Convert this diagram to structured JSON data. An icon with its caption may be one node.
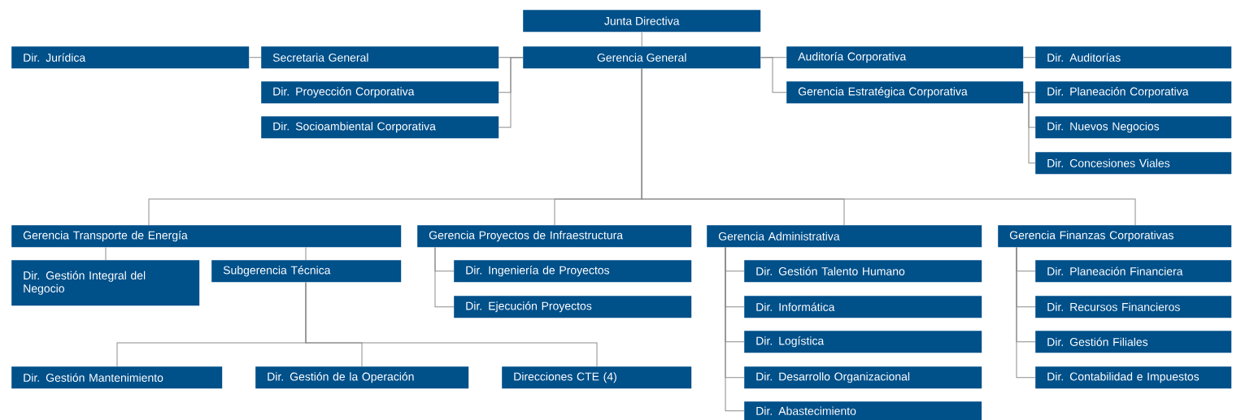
{
  "diagram": {
    "nodes": [
      {
        "text": [
          "Junta Directiva"
        ]
      },
      {
        "text": [
          "Dir. Jurídica"
        ]
      },
      {
        "text": [
          "Secretaria General"
        ]
      },
      {
        "text": [
          "Gerencia General"
        ]
      },
      {
        "text": [
          "Dir. Proyección Corporativa"
        ]
      },
      {
        "text": [
          "Dir. Socioambiental Corporativa"
        ]
      },
      {
        "text": [
          "Auditoría Corporativa"
        ]
      },
      {
        "text": [
          "Dir. Auditorías"
        ]
      },
      {
        "text": [
          "Gerencia Estratégica Corporativa"
        ]
      },
      {
        "text": [
          "Dir. Planeación Corporativa"
        ]
      },
      {
        "text": [
          "Dir. Nuevos Negocios"
        ]
      },
      {
        "text": [
          "Dir. Concesiones Viales"
        ]
      },
      {
        "text": [
          "Gerencia Transporte de Energía"
        ]
      },
      {
        "text": [
          "Dir. Gestión Integral del Negocio"
        ]
      },
      {
        "text": [
          "Subgerencia Técnica"
        ]
      },
      {
        "text": [
          "Dir. Gestión Mantenimiento"
        ]
      },
      {
        "text": [
          "Dir. Gestión de la Operación"
        ]
      },
      {
        "text": [
          "Direcciones CTE (4)"
        ]
      },
      {
        "text": [
          "Gerencia Proyectos de Infraestructura"
        ]
      },
      {
        "text": [
          "Dir. Ingeniería de Proyectos"
        ]
      },
      {
        "text": [
          "Dir. Ejecución Proyectos"
        ]
      },
      {
        "text": [
          "Gerencia Administrativa"
        ]
      },
      {
        "text": [
          "Dir. Gestión Talento Humano"
        ]
      },
      {
        "text": [
          "Dir. Informática"
        ]
      },
      {
        "text": [
          "Dir. Logística"
        ]
      },
      {
        "text": [
          "Dir. Desarrollo Organizacional"
        ]
      },
      {
        "text": [
          "Dir. Abastecimiento"
        ]
      },
      {
        "text": [
          "Gerencia Finanzas Corporativas"
        ]
      },
      {
        "text": [
          "Dir. Planeación Financiera"
        ]
      },
      {
        "text": [
          "Dir. Recursos Financieros"
        ]
      },
      {
        "text": [
          "Dir. Gestión Filiales"
        ]
      },
      {
        "text": [
          "Dir. Contabilidad e Impuestos"
        ]
      }
    ],
    "edges": [
      {
        "from": 0,
        "to": 3,
        "arrow": "none"
      },
      {
        "from": 3,
        "to": 2,
        "arrow": "none"
      },
      {
        "from": 2,
        "to": 1,
        "arrow": "none"
      },
      {
        "from": 3,
        "to": 4,
        "arrow": "none"
      },
      {
        "from": 3,
        "to": 5,
        "arrow": "none"
      },
      {
        "from": 3,
        "to": 6,
        "arrow": "none"
      },
      {
        "from": 6,
        "to": 7,
        "arrow": "none"
      },
      {
        "from": 3,
        "to": 8,
        "arrow": "none"
      },
      {
        "from": 8,
        "to": 9,
        "arrow": "none"
      },
      {
        "from": 8,
        "to": 10,
        "arrow": "none"
      },
      {
        "from": 8,
        "to": 11,
        "arrow": "none"
      },
      {
        "from": 3,
        "to": 12,
        "arrow": "none"
      },
      {
        "from": 3,
        "to": 18,
        "arrow": "none"
      },
      {
        "from": 3,
        "to": 21,
        "arrow": "none"
      },
      {
        "from": 3,
        "to": 27,
        "arrow": "none"
      },
      {
        "from": 12,
        "to": 13,
        "arrow": "none"
      },
      {
        "from": 12,
        "to": 14,
        "arrow": "none"
      },
      {
        "from": 14,
        "to": 15,
        "arrow": "none"
      },
      {
        "from": 14,
        "to": 16,
        "arrow": "none"
      },
      {
        "from": 14,
        "to": 17,
        "arrow": "none"
      },
      {
        "from": 18,
        "to": 19,
        "arrow": "none"
      },
      {
        "from": 18,
        "to": 20,
        "arrow": "none"
      },
      {
        "from": 21,
        "to": 22,
        "arrow": "none"
      },
      {
        "from": 21,
        "to": 23,
        "arrow": "none"
      },
      {
        "from": 21,
        "to": 24,
        "arrow": "none"
      },
      {
        "from": 21,
        "to": 25,
        "arrow": "none"
      },
      {
        "from": 21,
        "to": 26,
        "arrow": "none"
      },
      {
        "from": 27,
        "to": 28,
        "arrow": "none"
      },
      {
        "from": 27,
        "to": 29,
        "arrow": "none"
      },
      {
        "from": 27,
        "to": 30,
        "arrow": "none"
      },
      {
        "from": 27,
        "to": 31,
        "arrow": "none"
      }
    ]
  }
}
